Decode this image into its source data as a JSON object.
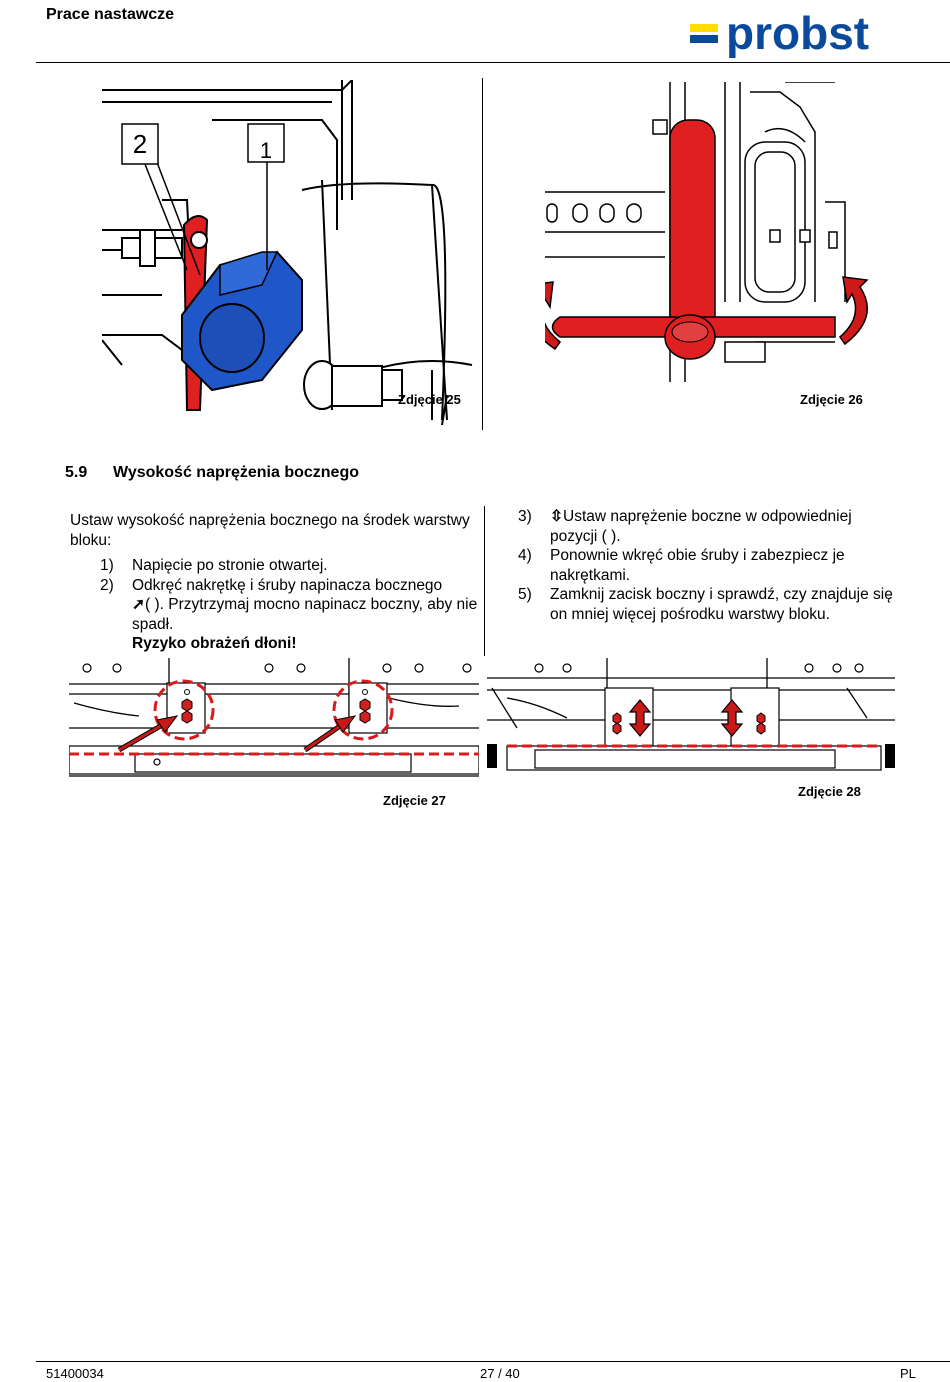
{
  "header": {
    "title": "Prace nastawcze",
    "logo_text": "probst",
    "logo_colors": [
      "#ffdd00",
      "#0a4a9c"
    ]
  },
  "figures": {
    "fig25": {
      "caption": "Zdjęcie 25",
      "labels": [
        "2",
        "1"
      ]
    },
    "fig26": {
      "caption": "Zdjęcie 26"
    },
    "fig27": {
      "caption": "Zdjęcie 27"
    },
    "fig28": {
      "caption": "Zdjęcie 28"
    }
  },
  "section": {
    "number": "5.9",
    "title": "Wysokość naprężenia bocznego"
  },
  "left_column": {
    "intro": "Ustaw wysokość naprężenia bocznego na środek warstwy bloku:",
    "steps": [
      {
        "num": "1)",
        "text": "Napięcie po stronie otwartej."
      },
      {
        "num": "2)",
        "text": "Odkręć nakrętkę i śruby napinacza bocznego",
        "symbol": "➚",
        "text_after": "( ). Przytrzymaj mocno napinacz boczny, aby nie spadł.",
        "warning": "Ryzyko obrażeń dłoni!"
      }
    ]
  },
  "right_column": {
    "steps": [
      {
        "num": "3)",
        "symbol": "⇳",
        "text": "Ustaw naprężenie boczne w odpowiedniej pozycji ( )."
      },
      {
        "num": "4)",
        "text": "Ponownie wkręć obie śruby i zabezpiecz je nakrętkami."
      },
      {
        "num": "5)",
        "text": "Zamknij zacisk boczny i sprawdź, czy znajduje się on mniej więcej pośrodku warstwy bloku."
      }
    ]
  },
  "footer": {
    "doc_number": "51400034",
    "page": "27 / 40",
    "language": "PL"
  }
}
